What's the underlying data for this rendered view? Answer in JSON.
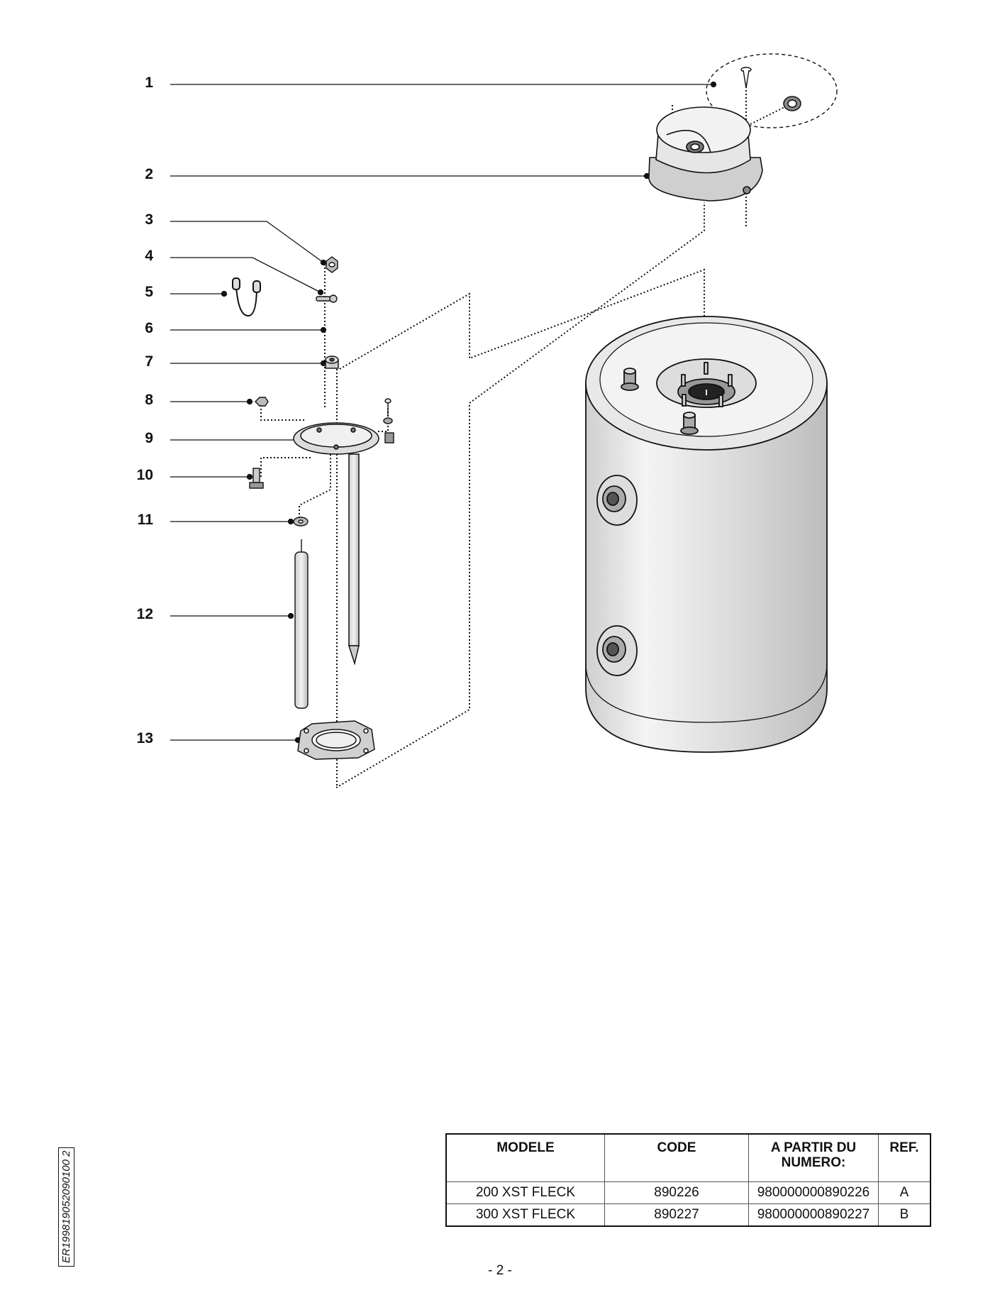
{
  "callouts": [
    "1",
    "2",
    "3",
    "4",
    "5",
    "6",
    "7",
    "8",
    "9",
    "10",
    "11",
    "12",
    "13"
  ],
  "table": {
    "headers": [
      "MODELE",
      "CODE",
      "A PARTIR DU NUMERO:",
      "REF."
    ],
    "rows": [
      [
        "200 XST FLECK",
        "890226",
        "980000000890226",
        "A"
      ],
      [
        "300 XST FLECK",
        "890227",
        "980000000890227",
        "B"
      ]
    ]
  },
  "doc_ref": "ER199819052090100 2",
  "page_number": "- 2 -"
}
